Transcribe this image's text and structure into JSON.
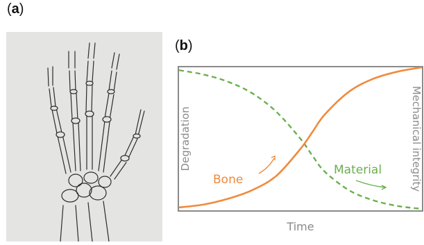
{
  "panels": {
    "a_label": "a",
    "b_label": "b"
  },
  "chart_data": {
    "type": "line",
    "title": "",
    "xlabel": "Time",
    "ylabel_left": "Degradation",
    "ylabel_right": "Mechanical integrity",
    "xlim": [
      0,
      1
    ],
    "ylim": [
      0,
      1
    ],
    "grid": false,
    "legend": "none",
    "series": [
      {
        "name": "Bone",
        "color": "#f08a3c",
        "style": "solid",
        "x": [
          0,
          0.1,
          0.2,
          0.3,
          0.4,
          0.5,
          0.55,
          0.6,
          0.7,
          0.8,
          0.9,
          1.0
        ],
        "y": [
          0.02,
          0.04,
          0.08,
          0.14,
          0.24,
          0.43,
          0.55,
          0.67,
          0.83,
          0.92,
          0.97,
          1.0
        ]
      },
      {
        "name": "Material",
        "color": "#6ab04c",
        "style": "dashed",
        "x": [
          0,
          0.1,
          0.2,
          0.3,
          0.4,
          0.5,
          0.55,
          0.6,
          0.7,
          0.8,
          0.9,
          1.0
        ],
        "y": [
          0.98,
          0.95,
          0.9,
          0.82,
          0.69,
          0.5,
          0.38,
          0.27,
          0.14,
          0.07,
          0.03,
          0.01
        ]
      }
    ],
    "annotations": [
      {
        "text": "Bone",
        "color": "#f08a3c"
      },
      {
        "text": "Material",
        "color": "#6ab04c"
      }
    ]
  }
}
